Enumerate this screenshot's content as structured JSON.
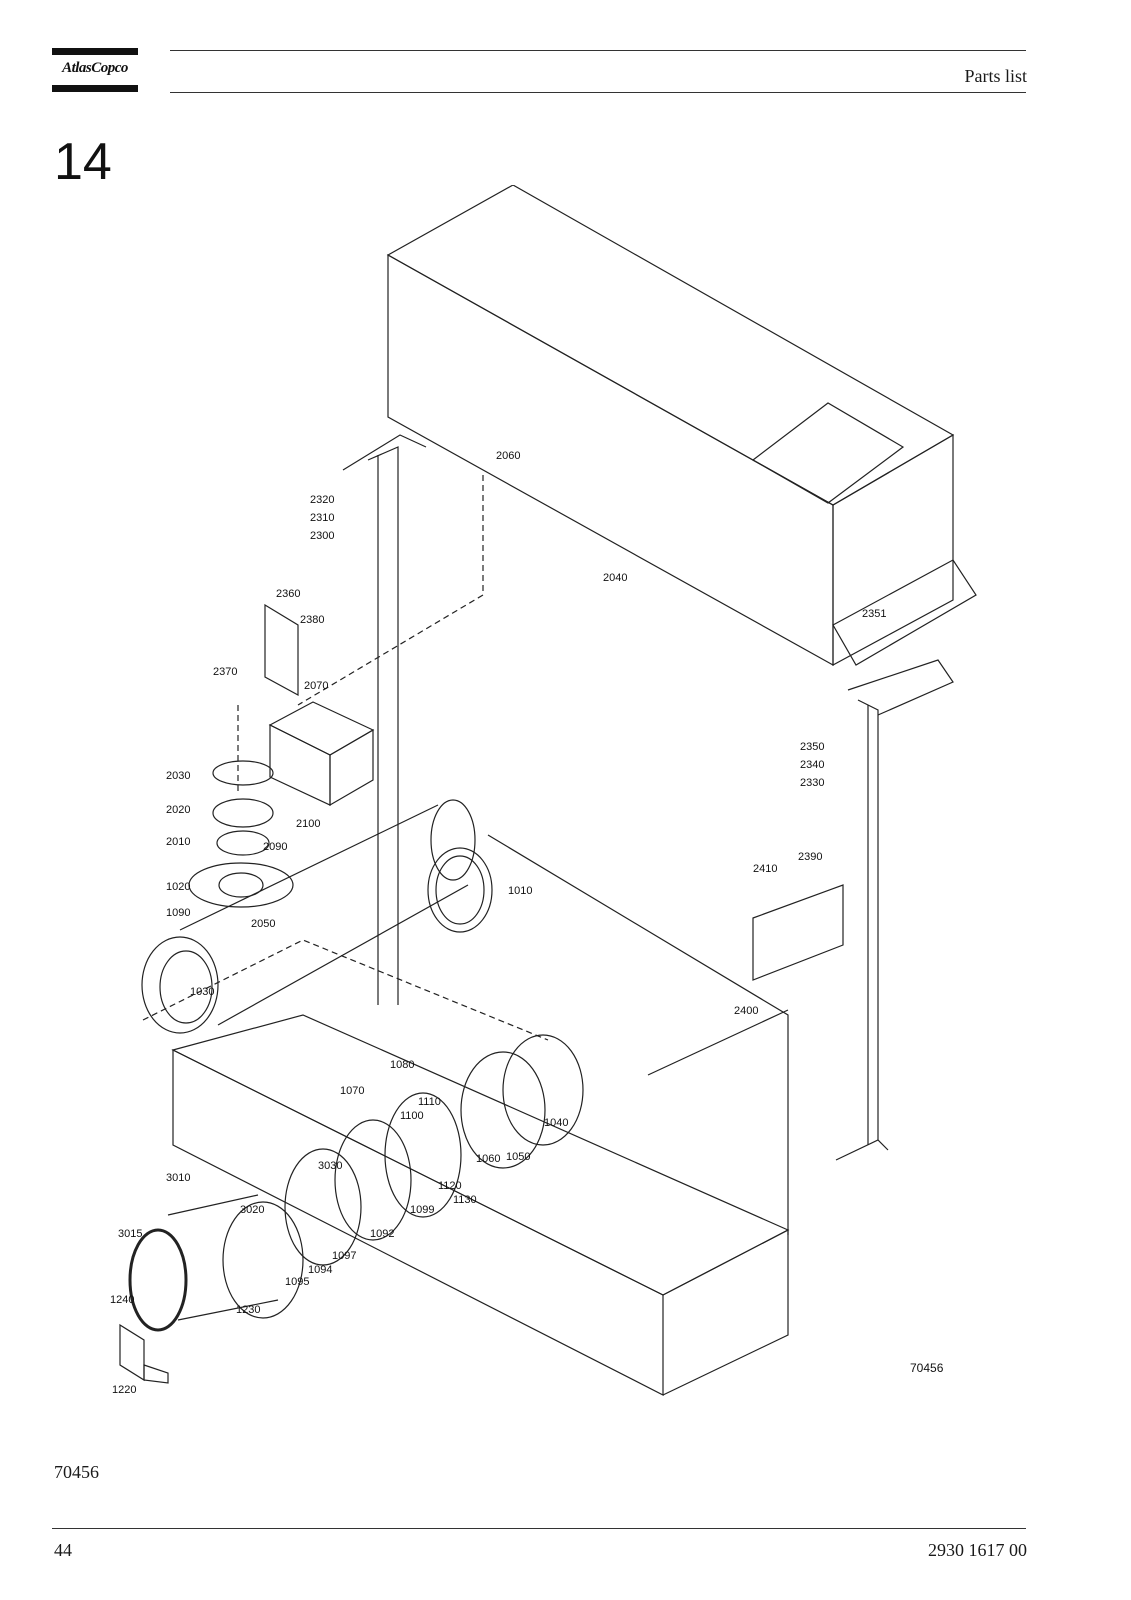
{
  "header": {
    "brand": "AtlasCopco",
    "title": "Parts list"
  },
  "section": {
    "number": "14"
  },
  "drawing": {
    "reference": "70456",
    "callouts": {
      "c2060": "2060",
      "c2320": "2320",
      "c2310": "2310",
      "c2300": "2300",
      "c2040": "2040",
      "c2360": "2360",
      "c2380": "2380",
      "c2370": "2370",
      "c2070": "2070",
      "c2351": "2351",
      "c2350": "2350",
      "c2340": "2340",
      "c2330": "2330",
      "c2030": "2030",
      "c2020": "2020",
      "c2100": "2100",
      "c2010": "2010",
      "c2090": "2090",
      "c1020": "1020",
      "c1010": "1010",
      "c1090": "1090",
      "c2050": "2050",
      "c2390": "2390",
      "c2410": "2410",
      "c2400": "2400",
      "c1030": "1030",
      "c1080": "1080",
      "c1070": "1070",
      "c1110": "1110",
      "c1100": "1100",
      "c1040": "1040",
      "c1060": "1060",
      "c1050": "1050",
      "c3010": "3010",
      "c3030": "3030",
      "c1120": "1120",
      "c1130": "1130",
      "c1099": "1099",
      "c3020": "3020",
      "c1092": "1092",
      "c3015": "3015",
      "c1097": "1097",
      "c1094": "1094",
      "c1095": "1095",
      "c1240": "1240",
      "c1230": "1230",
      "c1220": "1220"
    }
  },
  "figure_id": "70456",
  "footer": {
    "page": "44",
    "document_number": "2930 1617 00"
  }
}
